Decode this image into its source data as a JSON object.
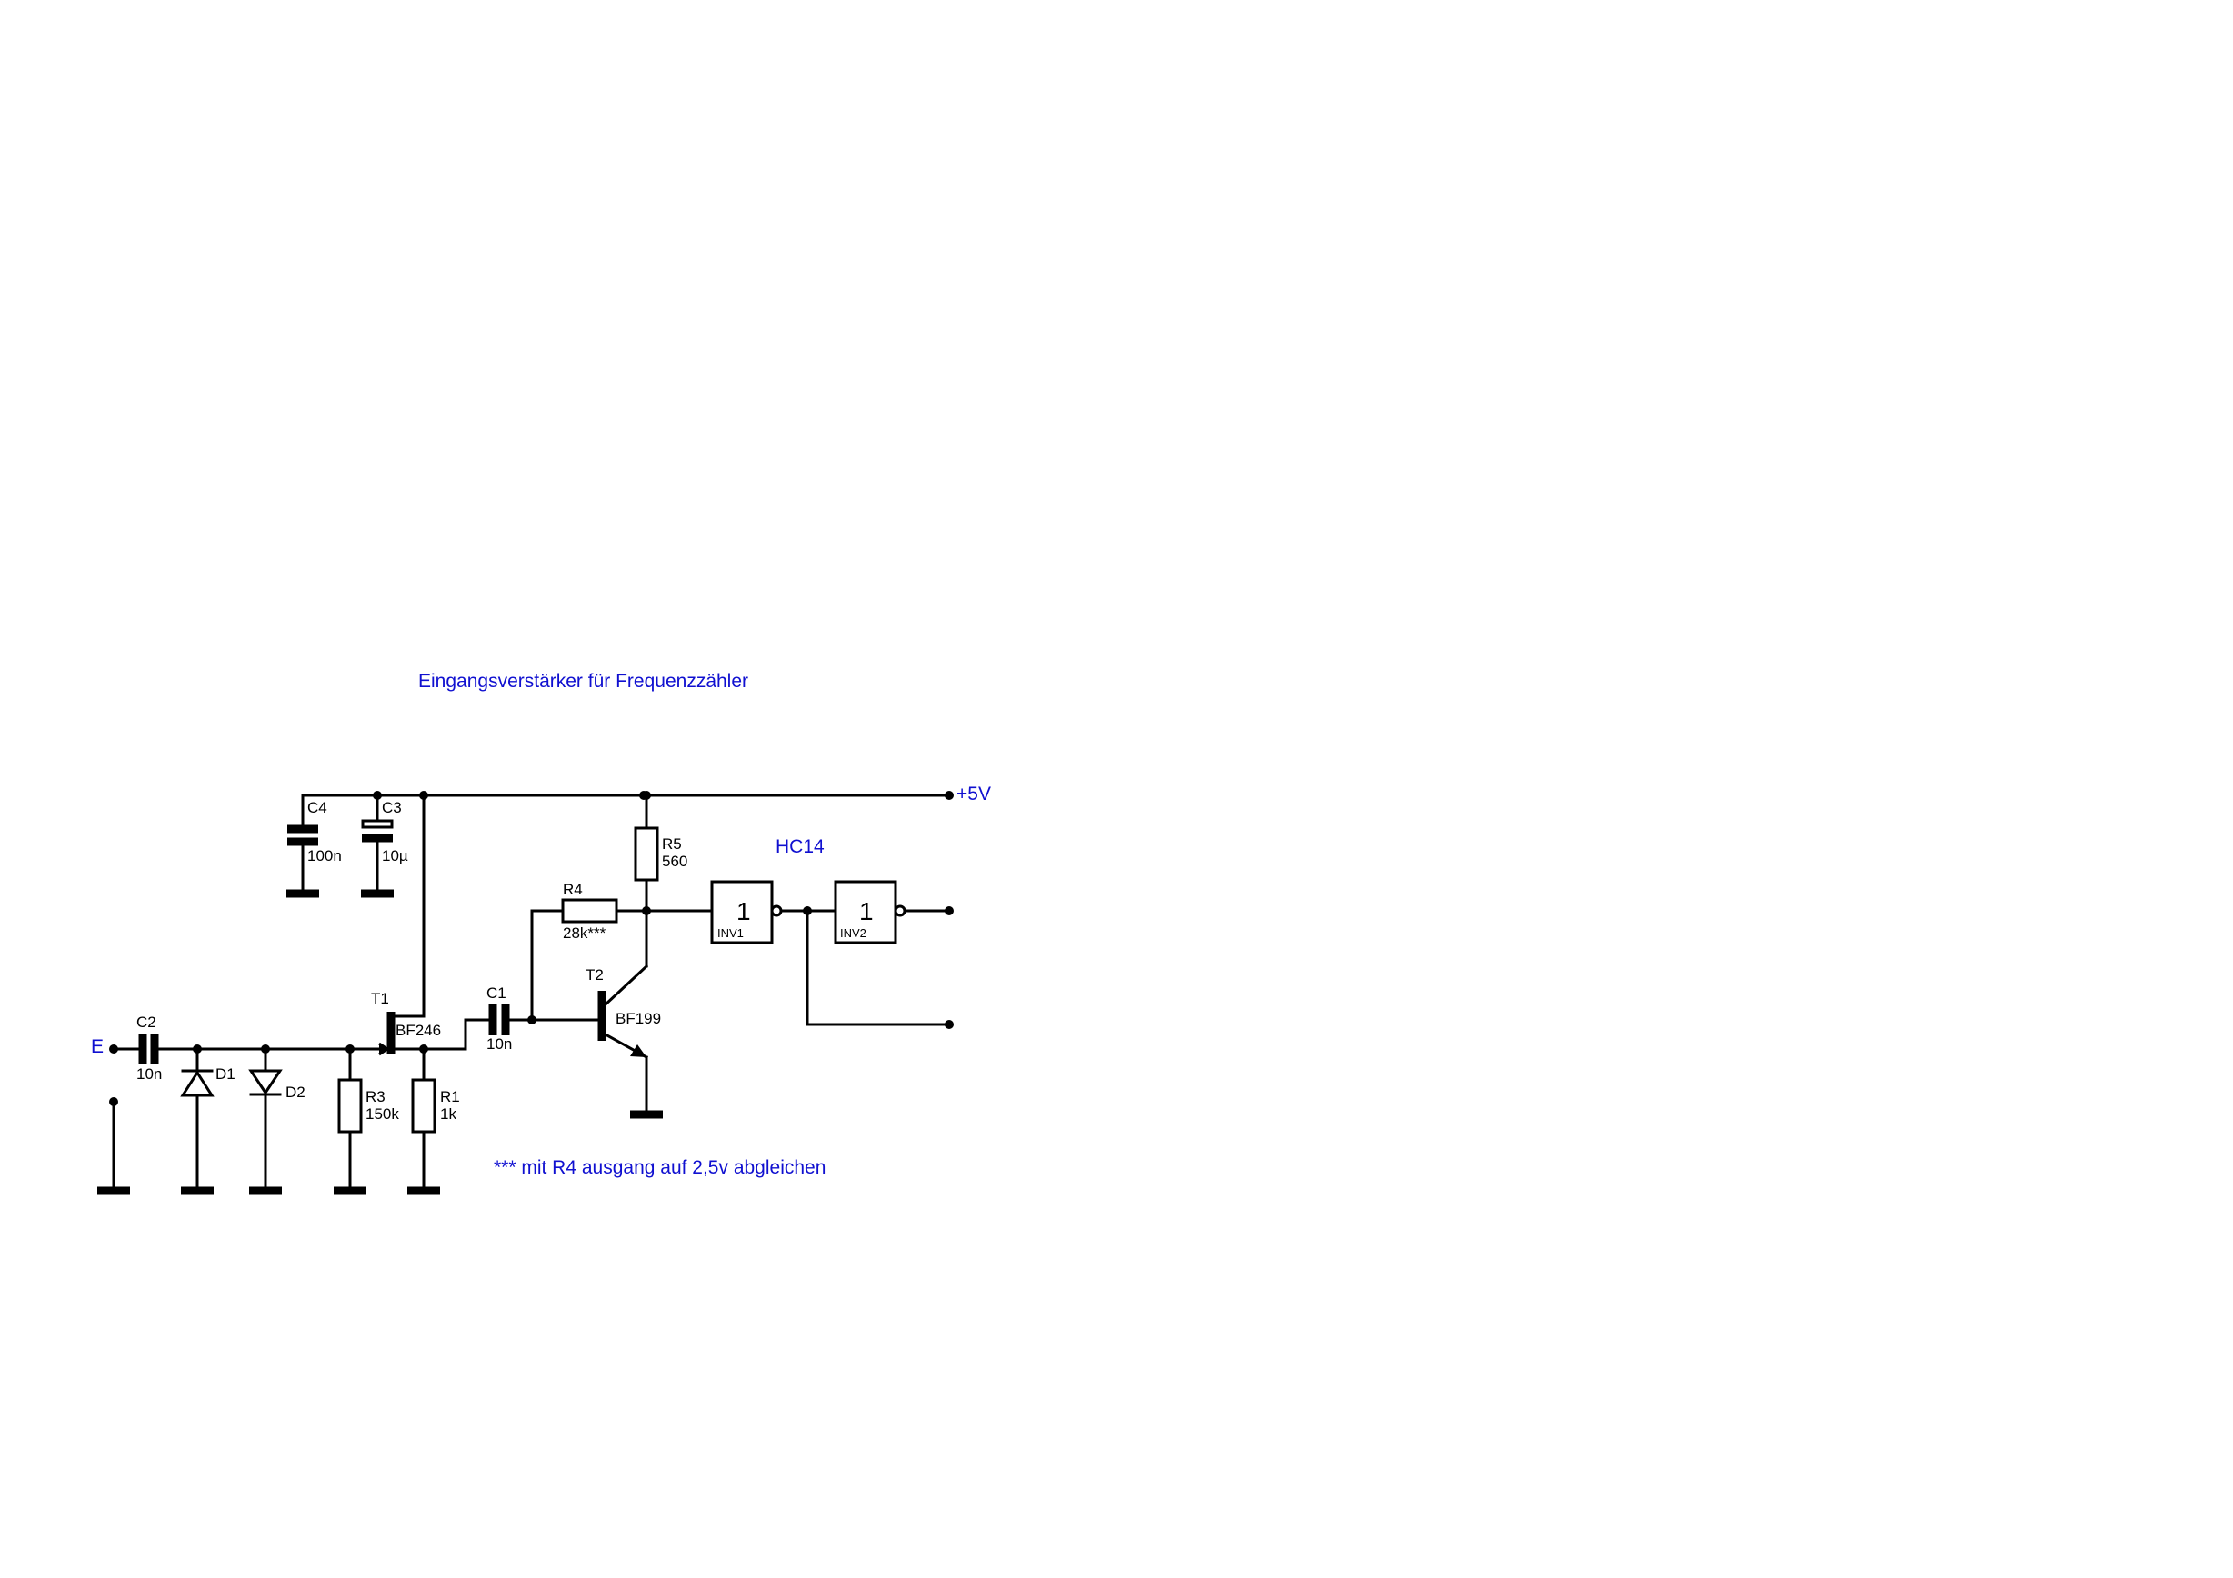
{
  "title": "Eingangsverstärker für Frequenzzähler",
  "note": "*** mit R4  ausgang auf 2,5v abgleichen",
  "supply_label": "+5V",
  "ic_label": "HC14",
  "input_label": "E",
  "colors": {
    "annotation": "#1010d0",
    "wire": "#000000"
  },
  "components": {
    "C2": {
      "ref": "C2",
      "value": "10n"
    },
    "C1": {
      "ref": "C1",
      "value": "10n"
    },
    "C3": {
      "ref": "C3",
      "value": "10µ"
    },
    "C4": {
      "ref": "C4",
      "value": "100n"
    },
    "D1": {
      "ref": "D1"
    },
    "D2": {
      "ref": "D2"
    },
    "R1": {
      "ref": "R1",
      "value": "1k"
    },
    "R3": {
      "ref": "R3",
      "value": "150k"
    },
    "R4": {
      "ref": "R4",
      "value": "28k***"
    },
    "R5": {
      "ref": "R5",
      "value": "560"
    },
    "T1": {
      "ref": "T1",
      "value": "BF246"
    },
    "T2": {
      "ref": "T2",
      "value": "BF199"
    },
    "INV1": {
      "ref": "INV1",
      "symbol": "1"
    },
    "INV2": {
      "ref": "INV2",
      "symbol": "1"
    }
  }
}
